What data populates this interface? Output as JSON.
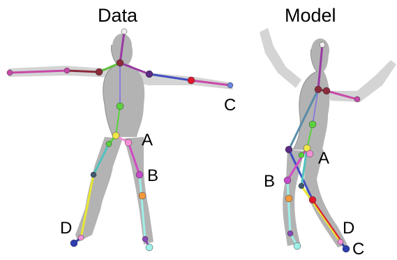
{
  "figure": {
    "panels": [
      {
        "title": "Data",
        "labels": [
          "A",
          "B",
          "C",
          "D"
        ],
        "colors": {
          "spine": "#9a3aa4",
          "left_shoulder_green": "#5fbf3d",
          "right_arm_blue": "#3f4ec2",
          "left_leg_cyan": "#4fc3bf",
          "left_shin_yellow": "#e8e633",
          "right_leg_magenta": "#d24ac4"
        }
      },
      {
        "title": "Model",
        "labels": [
          "A",
          "B",
          "C",
          "D"
        ],
        "colors": {
          "spine": "#9a3aa4",
          "cross_blue": "#3f4ec2",
          "cross_cyan": "#5a8ca8",
          "left_leg_cyan": "#4fc3bf",
          "right_shin_yellow": "#e8e633",
          "right_leg_magenta": "#d24ac4"
        }
      }
    ],
    "joint_colors": [
      "#c74aa8",
      "#8b2b3c",
      "#5a2a84",
      "#d9d9d9",
      "#e0172d",
      "#6c86e0",
      "#5bd23d",
      "#f0e84a",
      "#f48fd6",
      "#40596e",
      "#c44bc8",
      "#f39a3e",
      "#2d3eb0",
      "#8a4ab8",
      "#9ef0e8"
    ]
  }
}
